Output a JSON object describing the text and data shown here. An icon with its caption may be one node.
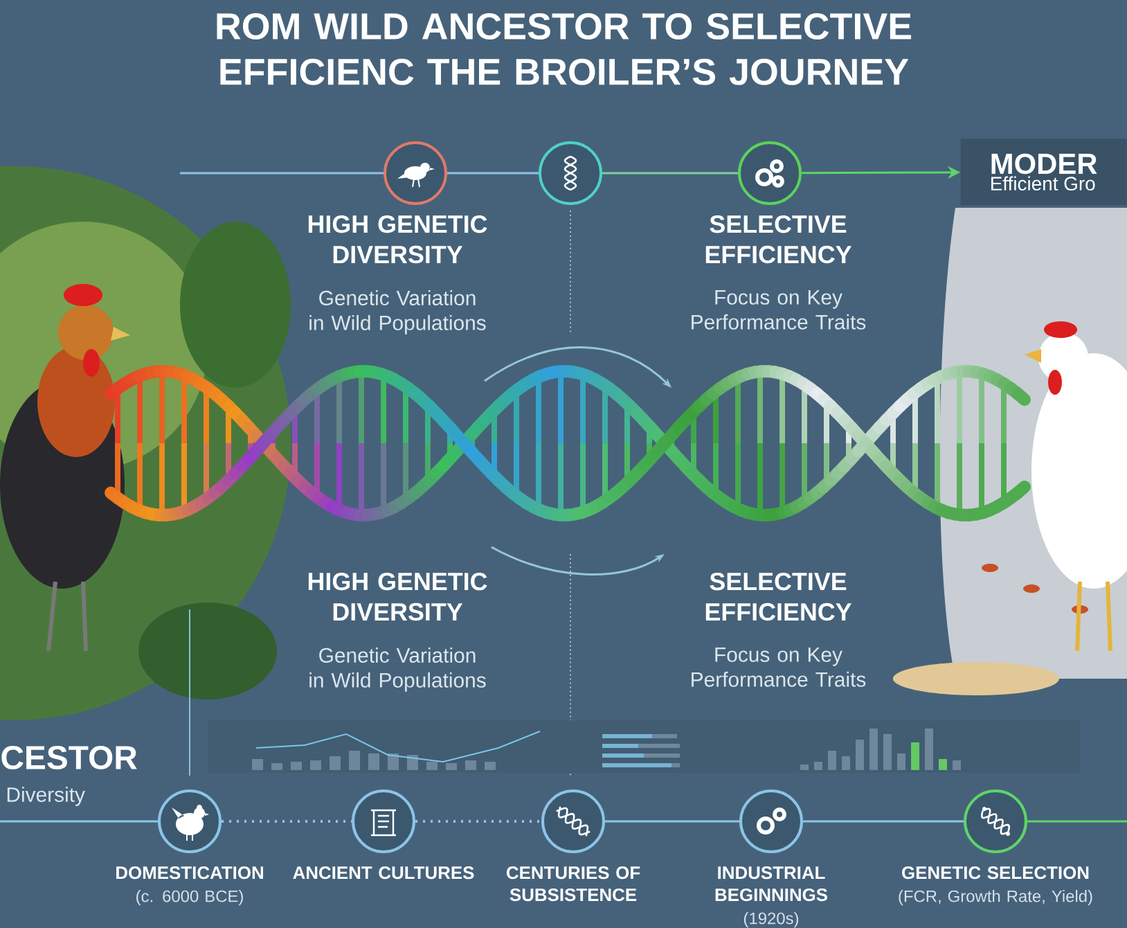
{
  "diagram": {
    "title": "ROM WILD ANCESTOR TO SELECTIVE EFFICIENC THE BROILER’S JOURNEY",
    "nodes": [
      {
        "text": [],
        "shape": "circle"
      },
      {
        "text": [],
        "shape": "circle"
      },
      {
        "text": [],
        "shape": "circle"
      },
      {
        "text": [
          "MODER",
          "Efficient Gro"
        ]
      },
      {
        "text": [
          "DOMESTICATION",
          "(c. 6000 BCE)"
        ]
      },
      {
        "text": [
          "ANCIENT CULTURES"
        ]
      },
      {
        "text": [
          "CENTURIES OF SUBSISTENCE"
        ]
      },
      {
        "text": [
          "INDUSTRIAL BEGINNINGS",
          "(1920s)"
        ]
      },
      {
        "text": [
          "GENETIC SELECTION",
          "(FCR, Growth Rate, Yield)"
        ]
      }
    ],
    "edges": [
      {
        "from": null,
        "to": 0,
        "arrow": "none"
      },
      {
        "from": 0,
        "to": 1,
        "arrow": "none"
      },
      {
        "from": 1,
        "to": 2,
        "arrow": "none",
        "color": "#7fcf9a"
      },
      {
        "from": 2,
        "to": 3,
        "arrow": "to",
        "color": "#5fd46a"
      },
      {
        "from": null,
        "to": 4,
        "arrow": "none"
      },
      {
        "from": 4,
        "to": 5,
        "arrow": "none",
        "style": "dashed"
      },
      {
        "from": 5,
        "to": 6,
        "arrow": "none",
        "style": "dashed"
      },
      {
        "from": 6,
        "to": 7,
        "arrow": "none"
      },
      {
        "from": 7,
        "to": 8,
        "arrow": "none"
      },
      {
        "from": 8,
        "to": null,
        "arrow": "none",
        "color": "#5fd46a"
      }
    ],
    "labels": [
      "HIGH GENETIC DIVERSITY",
      "Genetic Variation in Wild Populations",
      "SELECTIVE EFFICIENCY",
      "Focus on Key Performance Traits",
      "HIGH GENETIC DIVERSITY",
      "Genetic Variation in Wild Populations",
      "SELECTIVE EFFICIENCY",
      "Focus on Key Performance Traits",
      "CESTOR",
      "Diversity"
    ]
  }
}
